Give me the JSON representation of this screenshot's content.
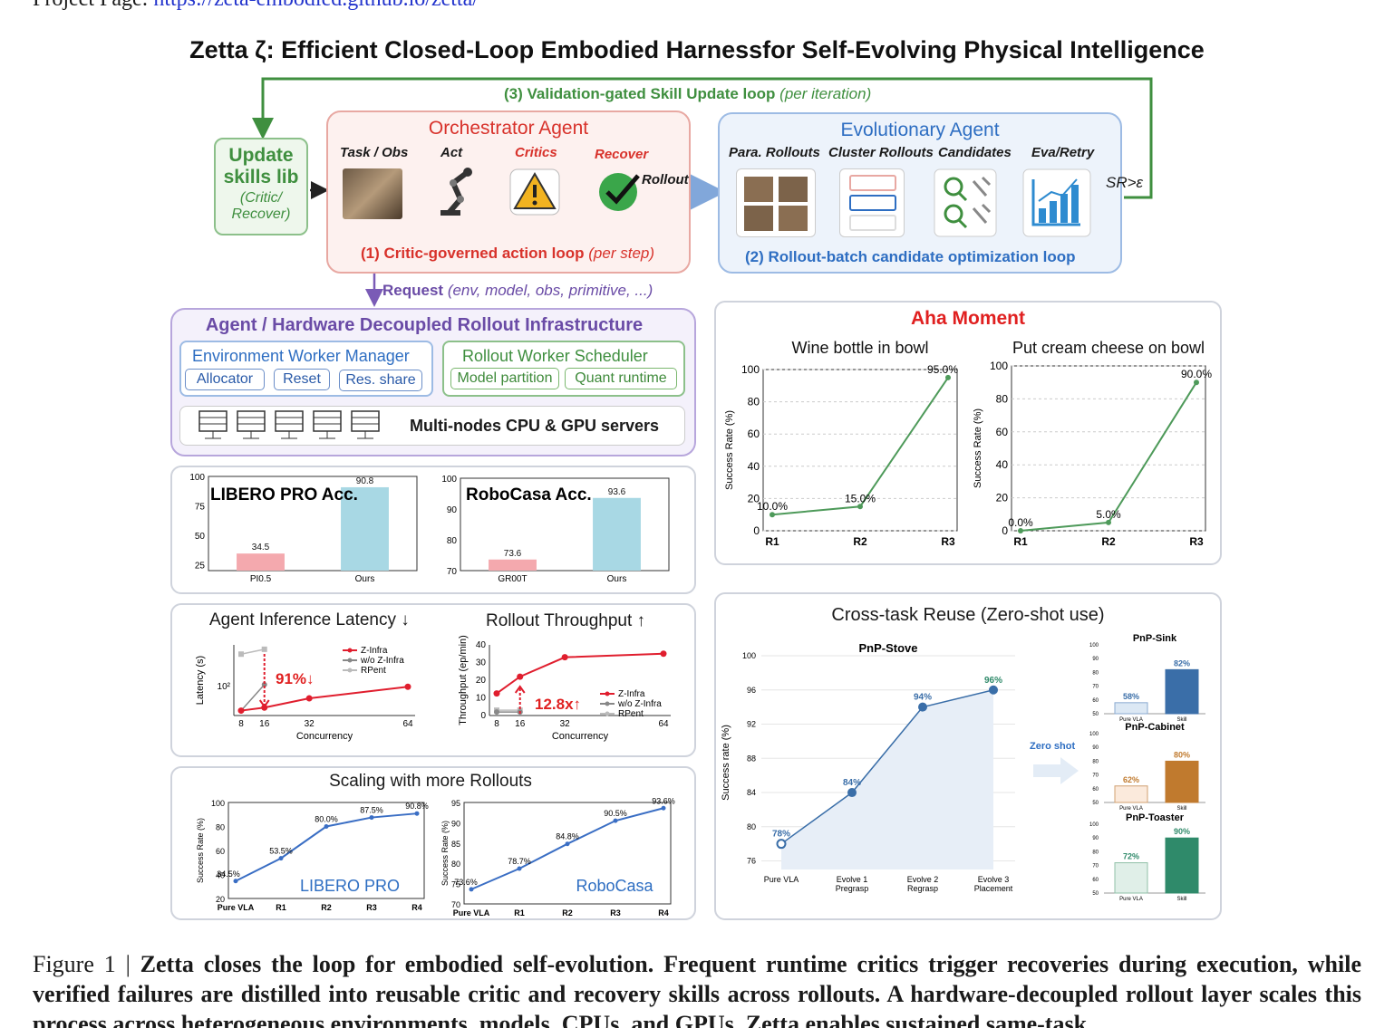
{
  "header": {
    "project_prefix": "Project Page:",
    "project_url": "https://zeta-embodied.github.io/zetta/"
  },
  "title": "Zetta ζ: Efficient Closed-Loop Embodied Harnessfor Self-Evolving Physical Intelligence",
  "loop3": {
    "label": "(3) Validation-gated Skill Update loop",
    "note": "(per iteration)"
  },
  "update_box": {
    "title1": "Update",
    "title2": "skills lib",
    "sub1": "(Critic/",
    "sub2": "Recover)"
  },
  "orchestrator": {
    "title": "Orchestrator Agent",
    "steps": [
      "Task / Obs",
      "Act",
      "Critics",
      "Recover"
    ],
    "rollout": "Rollout",
    "loop_label": "(1) Critic-governed action loop",
    "loop_note": "(per step)"
  },
  "evolutionary": {
    "title": "Evolutionary Agent",
    "steps": [
      "Para. Rollouts",
      "Cluster Rollouts",
      "Candidates",
      "Eva/Retry"
    ],
    "sr": "SR>ε",
    "loop_label": "(2) Rollout-batch candidate optimization loop"
  },
  "request": {
    "label": "Request",
    "note": "(env, model, obs, primitive, ...)"
  },
  "infra": {
    "title": "Agent / Hardware Decoupled Rollout Infrastructure",
    "env_manager": {
      "title": "Environment Worker Manager",
      "chips": [
        "Allocator",
        "Reset",
        "Res. share"
      ]
    },
    "scheduler": {
      "title": "Rollout Worker Scheduler",
      "chips": [
        "Model partition",
        "Quant runtime"
      ]
    },
    "servers": "Multi-nodes CPU & GPU servers"
  },
  "aha": {
    "title": "Aha Moment"
  },
  "perf": {
    "latency_title": "Agent Inference Latency ↓",
    "throughput_title": "Rollout Throughput ↑",
    "latency_badge": "91%↓",
    "throughput_badge": "12.8x↑"
  },
  "scaling_title": "Scaling with more Rollouts",
  "cross": {
    "title": "Cross-task Reuse (Zero-shot use)",
    "zero_shot": "Zero shot"
  },
  "caption": {
    "label": "Figure 1 |",
    "bold": "Zetta closes the loop for embodied self-evolution. Frequent runtime critics trigger recoveries during execution, while verified failures are distilled into reusable critic and recovery skills across rollouts. A hardware-decoupled rollout layer scales this process across heterogeneous environments, models, CPUs, and GPUs. Zetta enables sustained same-task"
  },
  "colors": {
    "red": "#d8322b",
    "green": "#3f8f3f",
    "blue": "#2e6ec2",
    "purple": "#6a4ba6"
  },
  "chart_data": [
    {
      "type": "bar",
      "title": "LIBERO PRO Acc.",
      "categories": [
        "PI0.5",
        "Ours"
      ],
      "values": [
        34.5,
        90.8
      ],
      "ylim": [
        20,
        100
      ],
      "yticks": [
        25,
        50,
        75,
        100
      ]
    },
    {
      "type": "bar",
      "title": "RoboCasa Acc.",
      "categories": [
        "GR00T",
        "Ours"
      ],
      "values": [
        73.6,
        93.6
      ],
      "ylim": [
        70,
        100
      ],
      "yticks": [
        70,
        80,
        90,
        100
      ]
    },
    {
      "type": "line",
      "title": "Wine bottle in bowl",
      "x": [
        "R1",
        "R2",
        "R3"
      ],
      "values": [
        10.0,
        15.0,
        95.0
      ],
      "labels": [
        "10.0%",
        "15.0%",
        "95.0%"
      ],
      "ylabel": "Success Rate (%)",
      "ylim": [
        0,
        100
      ],
      "yticks": [
        0,
        20,
        40,
        60,
        80,
        100
      ]
    },
    {
      "type": "line",
      "title": "Put cream cheese on bowl",
      "x": [
        "R1",
        "R2",
        "R3"
      ],
      "values": [
        0.0,
        5.0,
        90.0
      ],
      "labels": [
        "0.0%",
        "5.0%",
        "90.0%"
      ],
      "ylabel": "Success Rate (%)",
      "ylim": [
        0,
        100
      ],
      "yticks": [
        0,
        20,
        40,
        60,
        80,
        100
      ]
    },
    {
      "type": "line",
      "title": "Agent Inference Latency",
      "xlabel": "Concurrency",
      "ylabel": "Latency (s)",
      "x": [
        8,
        16,
        32,
        64
      ],
      "ytick_label": "10²",
      "series": [
        {
          "name": "Z-Infra",
          "x": [
            8,
            16,
            32,
            64
          ],
          "values": [
            35,
            40,
            60,
            100
          ]
        },
        {
          "name": "w/o Z-Infra",
          "x": [
            8,
            16
          ],
          "values": [
            35,
            110
          ]
        },
        {
          "name": "RPent",
          "x": [
            8,
            16
          ],
          "values": [
            420,
            520
          ]
        }
      ]
    },
    {
      "type": "line",
      "title": "Rollout Throughput",
      "xlabel": "Concurrency",
      "ylabel": "Throughput (ep/min)",
      "x": [
        8,
        16,
        32,
        64
      ],
      "ylim": [
        0,
        40
      ],
      "yticks": [
        0,
        10,
        20,
        30,
        40
      ],
      "series": [
        {
          "name": "Z-Infra",
          "x": [
            8,
            16,
            32,
            64
          ],
          "values": [
            12.5,
            22,
            33,
            35
          ]
        },
        {
          "name": "w/o Z-Infra",
          "x": [
            8,
            16
          ],
          "values": [
            2,
            2
          ]
        },
        {
          "name": "RPent",
          "x": [
            8,
            16
          ],
          "values": [
            3,
            3
          ]
        }
      ]
    },
    {
      "type": "line",
      "title": "LIBERO PRO",
      "x": [
        "Pure VLA",
        "R1",
        "R2",
        "R3",
        "R4"
      ],
      "values": [
        34.5,
        53.5,
        80.0,
        87.5,
        90.8
      ],
      "labels": [
        "34.5%",
        "53.5%",
        "80.0%",
        "87.5%",
        "90.8%"
      ],
      "ylabel": "Success Rate (%)",
      "ylim": [
        20,
        100
      ],
      "yticks": [
        20,
        40,
        60,
        80,
        100
      ]
    },
    {
      "type": "line",
      "title": "RoboCasa",
      "x": [
        "Pure VLA",
        "R1",
        "R2",
        "R3",
        "R4"
      ],
      "values": [
        73.6,
        78.7,
        84.8,
        90.5,
        93.6
      ],
      "labels": [
        "73.6%",
        "78.7%",
        "84.8%",
        "90.5%",
        "93.6%"
      ],
      "ylabel": "Success Rate (%)",
      "ylim": [
        70,
        95
      ],
      "yticks": [
        70,
        75,
        80,
        85,
        90,
        95
      ]
    },
    {
      "type": "area",
      "title": "PnP-Stove",
      "x": [
        "Pure VLA",
        "Evolve 1 Pregrasp",
        "Evolve 2 Regrasp",
        "Evolve 3 Placement"
      ],
      "values": [
        78,
        84,
        94,
        96
      ],
      "labels": [
        "78%",
        "84%",
        "94%",
        "96%"
      ],
      "ylabel": "Success rate (%)",
      "ylim": [
        75,
        100
      ],
      "yticks": [
        76,
        80,
        84,
        88,
        92,
        96,
        100
      ]
    },
    {
      "type": "bar",
      "title": "PnP-Sink",
      "categories": [
        "Pure VLA",
        "Skill"
      ],
      "values": [
        58,
        82
      ],
      "labels": [
        "58%",
        "82%"
      ],
      "ylim": [
        50,
        100
      ]
    },
    {
      "type": "bar",
      "title": "PnP-Cabinet",
      "categories": [
        "Pure VLA",
        "Skill"
      ],
      "values": [
        62,
        80
      ],
      "labels": [
        "62%",
        "80%"
      ],
      "ylim": [
        50,
        100
      ]
    },
    {
      "type": "bar",
      "title": "PnP-Toaster",
      "categories": [
        "Pure VLA",
        "Skill"
      ],
      "values": [
        72,
        90
      ],
      "labels": [
        "72%",
        "90%"
      ],
      "ylim": [
        50,
        100
      ]
    }
  ]
}
